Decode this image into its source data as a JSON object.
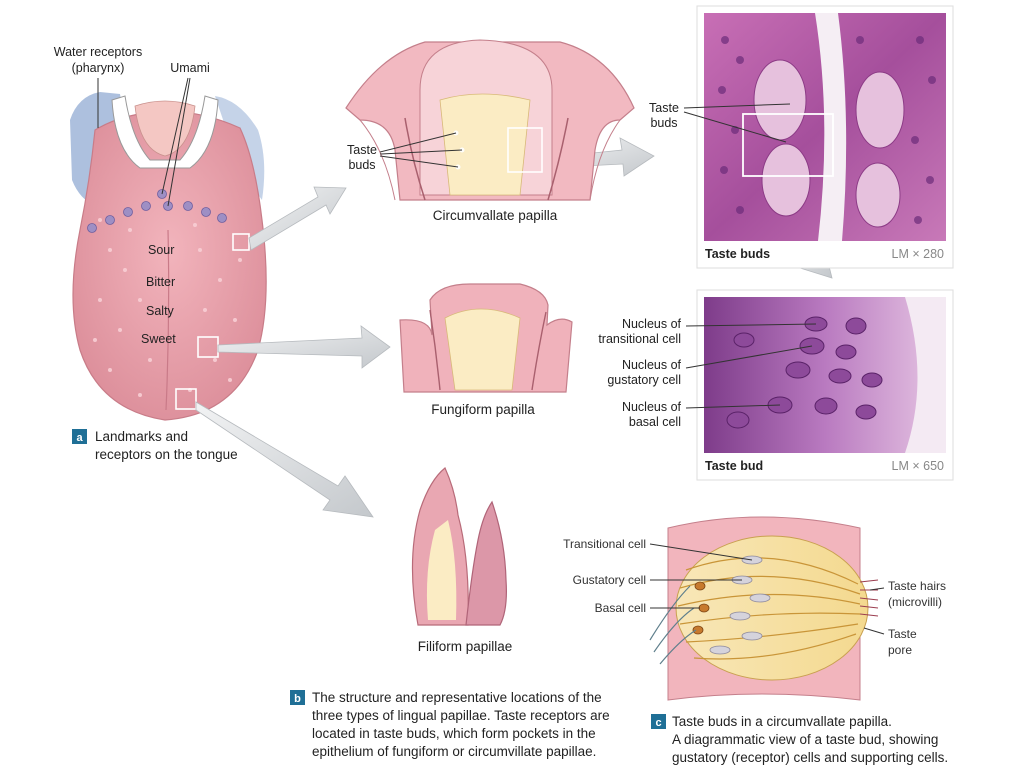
{
  "tongue": {
    "label_water": "Water receptors",
    "label_water_sub": "(pharynx)",
    "label_umami": "Umami",
    "label_sour": "Sour",
    "label_bitter": "Bitter",
    "label_salty": "Salty",
    "label_sweet": "Sweet"
  },
  "caption_a": {
    "badge": "a",
    "line1": "Landmarks and",
    "line2": "receptors on the tongue"
  },
  "circumvallate": {
    "title": "Circumvallate papilla",
    "label_taste": "Taste",
    "label_buds": "buds"
  },
  "fungiform": {
    "title": "Fungiform papilla"
  },
  "filiform": {
    "title": "Filiform papillae"
  },
  "micrograph_top": {
    "label_taste": "Taste",
    "label_buds": "buds",
    "caption": "Taste buds",
    "mag": "LM × 280"
  },
  "micrograph_bottom": {
    "nucleus_transitional_1": "Nucleus of",
    "nucleus_transitional_2": "transitional cell",
    "nucleus_gustatory_1": "Nucleus of",
    "nucleus_gustatory_2": "gustatory cell",
    "nucleus_basal_1": "Nucleus of",
    "nucleus_basal_2": "basal cell",
    "caption": "Taste bud",
    "mag": "LM × 650"
  },
  "caption_b": {
    "badge": "b",
    "line1": "The structure and representative locations of the",
    "line2": "three types of lingual papillae. Taste receptors are",
    "line3": "located in taste buds, which form pockets in the",
    "line4": "epithelium of fungiform or circumvillate papillae."
  },
  "tastebud_diagram": {
    "transitional": "Transitional cell",
    "gustatory": "Gustatory cell",
    "basal": "Basal cell",
    "hairs_1": "Taste hairs",
    "hairs_2": "(microvilli)",
    "pore_1": "Taste",
    "pore_2": "pore"
  },
  "caption_c": {
    "badge": "c",
    "line1": "Taste buds in a circumvallate papilla.",
    "line2": "A diagrammatic view of a taste bud, showing",
    "line3": "gustatory (receptor) cells and supporting cells."
  },
  "colors": {
    "tongue": "#e8a3ad",
    "tissue": "#f3b8c0",
    "histology": "#b25aa8",
    "badge": "#1f6f96",
    "arrow": "#d0d3d6"
  }
}
